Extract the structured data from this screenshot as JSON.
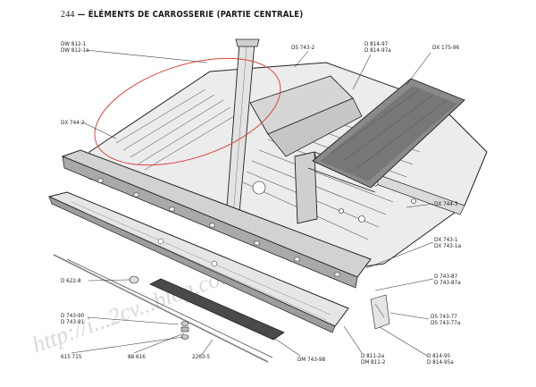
{
  "page": {
    "number": "244",
    "title": "— ÉLÉMENTS DE CARROSSERIE (PARTIE CENTRALE)"
  },
  "watermark": "http://i...2cv...blog.com",
  "highlight_color": "#d8453c",
  "labels": {
    "dw812_1": "DW 812-1",
    "dw812_1a": "DW 812-1a",
    "ds743_2": "DS 743-2",
    "d814_97": "D 814-97",
    "d814_97a": "D 814-97a",
    "dx175_96": "DX 175-96",
    "dx744_2": "DX 744-2",
    "dx744_3": "DX 744-3",
    "dx743_1": "DX 743-1",
    "dx743_1a": "DX 743-1a",
    "d622_8": "D 622-8",
    "d743_87": "D 743-87",
    "d743_87a": "D 743-87a",
    "d743_90": "D 743-90",
    "d743_91": "D 743-91",
    "ds743_77": "DS 743-77",
    "ds743_77a": "DS 743-77a",
    "n615_715": "615 715",
    "n88_616": "88 616",
    "n2263_5": "2263-5",
    "dm743_98": "DM 743-98",
    "d811_2a": "D  811-2a",
    "dm811_2": "DM 811-2",
    "d814_95": "D 814-95",
    "d814_95a": "D 814-95a"
  }
}
